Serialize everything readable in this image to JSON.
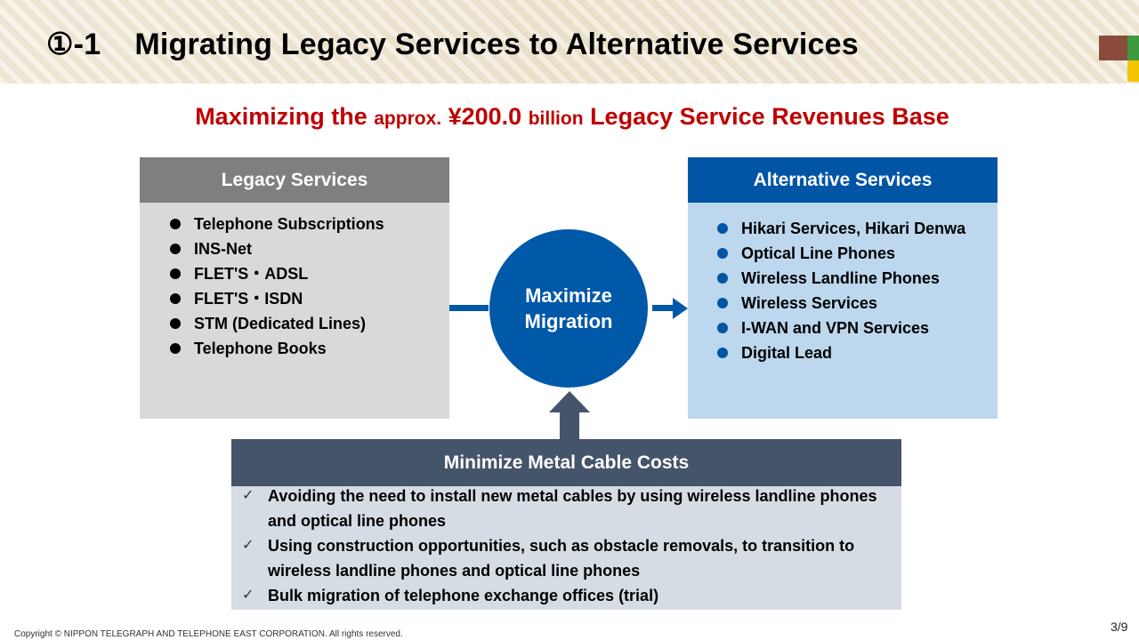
{
  "header": {
    "number": "①-1",
    "title": "Migrating Legacy Services to Alternative Services"
  },
  "subtitle": {
    "part1": "Maximizing the",
    "part2": "approx.",
    "part3": "¥200.0",
    "part4": "billion",
    "part5": "Legacy Service Revenues Base"
  },
  "legacy": {
    "heading": "Legacy Services",
    "items": [
      "Telephone Subscriptions",
      "INS-Net",
      "FLET'S・ADSL",
      "FLET'S・ISDN",
      "STM (Dedicated Lines)",
      "Telephone Books"
    ]
  },
  "center": {
    "line1": "Maximize",
    "line2": "Migration"
  },
  "alternative": {
    "heading": "Alternative Services",
    "items": [
      "Hikari Services, Hikari Denwa",
      "Optical Line Phones",
      "Wireless Landline Phones",
      "Wireless Services",
      "I-WAN and VPN Services",
      "Digital Lead"
    ]
  },
  "metal": {
    "heading": "Minimize Metal Cable Costs",
    "check_symbol": "✓",
    "items": [
      "Avoiding the need to install new metal cables by using wireless landline phones and optical line phones",
      "Using construction opportunities, such as obstacle removals, to transition to wireless landline phones and optical line phones",
      "Bulk migration of telephone exchange offices (trial)"
    ]
  },
  "footer": {
    "copyright": "Copyright © NIPPON TELEGRAPH AND TELEPHONE EAST CORPORATION. All rights reserved.",
    "page": "3/9"
  },
  "colors": {
    "accent_red": "#c00000",
    "brand_blue": "#0058a8",
    "legacy_gray": "#7f7f7f",
    "metal_slate": "#44546a"
  }
}
